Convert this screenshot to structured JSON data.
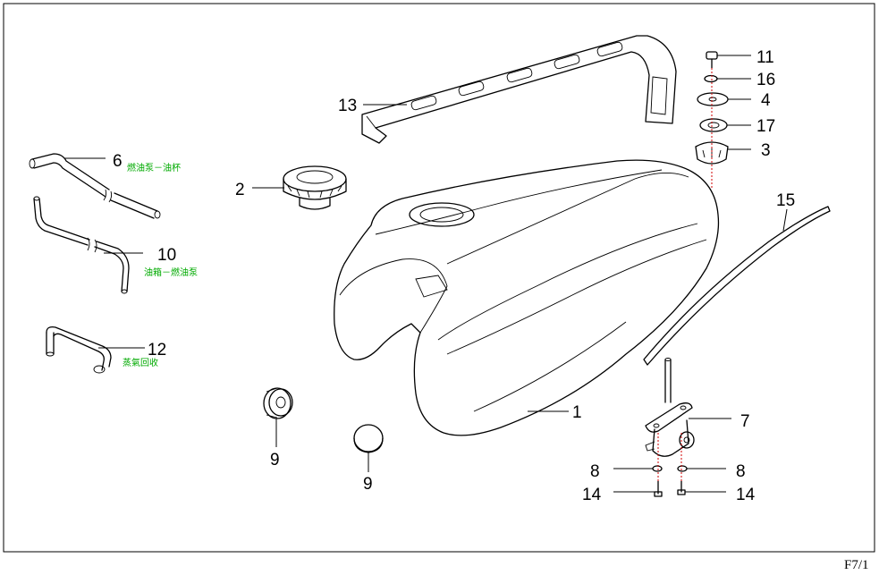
{
  "diagram": {
    "callouts": [
      "1",
      "2",
      "3",
      "4",
      "6",
      "7",
      "8",
      "9",
      "10",
      "11",
      "12",
      "13",
      "14",
      "15",
      "16",
      "17"
    ],
    "notes": {
      "hose_6": "燃油泵－油杯",
      "hose_10": "油箱－燃油泵",
      "hose_12": "蒸氣回收"
    },
    "page_ref": "F7/1"
  }
}
